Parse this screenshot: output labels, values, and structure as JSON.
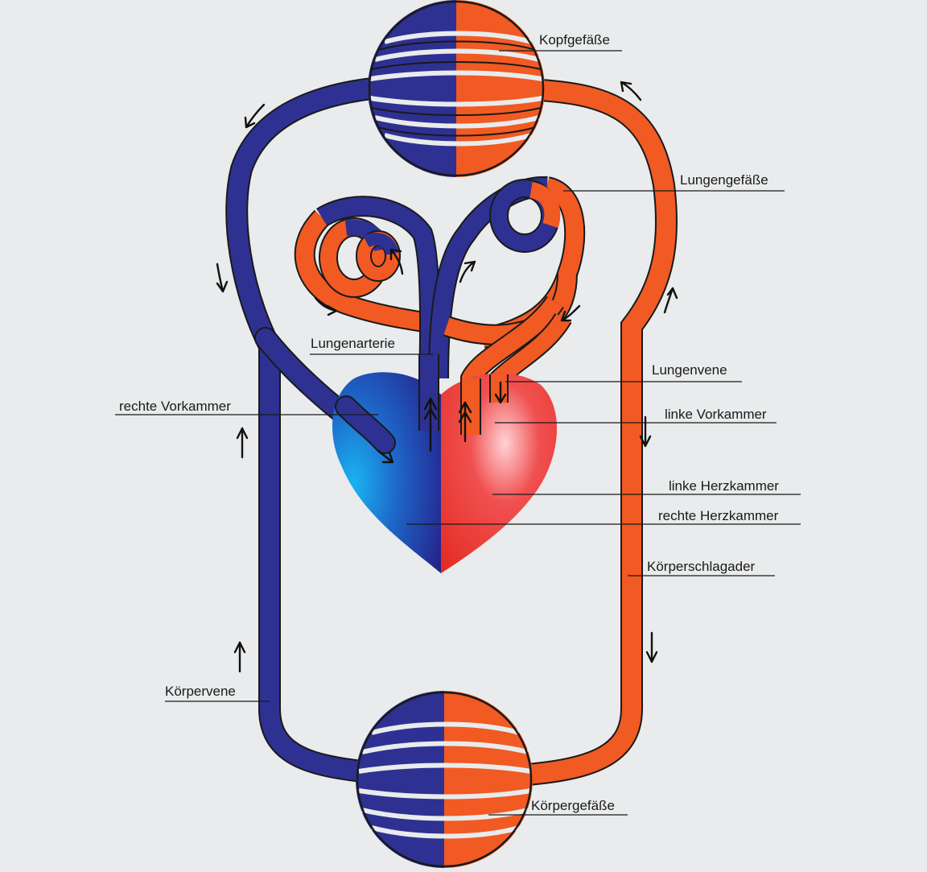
{
  "diagram": {
    "colors": {
      "background": "#e9ebec",
      "venous": "#2e3192",
      "arterial": "#f15a22",
      "outline": "#1a1a1a",
      "heart_right": "#1e66c8",
      "heart_left": "#e8322a"
    },
    "labels": {
      "kopfgefaesse": "Kopfgefäße",
      "lungengefaesse": "Lungengefäße",
      "lungenarterie": "Lungenarterie",
      "lungenvene": "Lungenvene",
      "rechte_vorkammer": "rechte Vorkammer",
      "linke_vorkammer": "linke Vorkammer",
      "linke_herzkammer": "linke Herzkammer",
      "rechte_herzkammer": "rechte Herzkammer",
      "koerperschlagader": "Körperschlagader",
      "koerpervene": "Körpervene",
      "koerpergefaesse": "Körpergefäße"
    }
  }
}
